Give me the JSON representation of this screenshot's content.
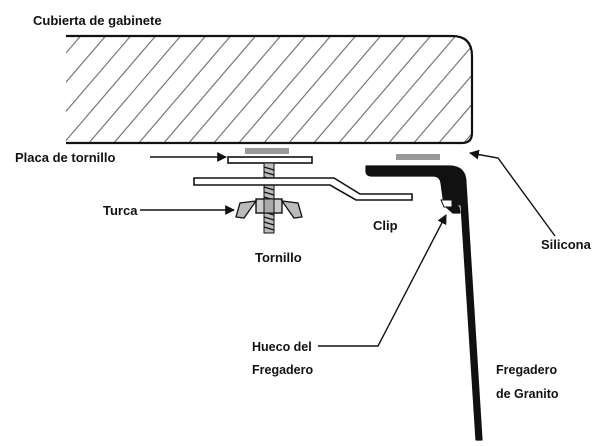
{
  "labels": {
    "countertop": "Cubierta de gabinete",
    "screw_plate": "Placa de tornillo",
    "nut": "Turca",
    "clip": "Clip",
    "screw": "Tornillo",
    "silicone": "Silicona",
    "sink_gap_line1": "Hueco del",
    "sink_gap_line2": "Fregadero",
    "granite_sink_line1": "Fregadero",
    "granite_sink_line2": "de Granito"
  }
}
